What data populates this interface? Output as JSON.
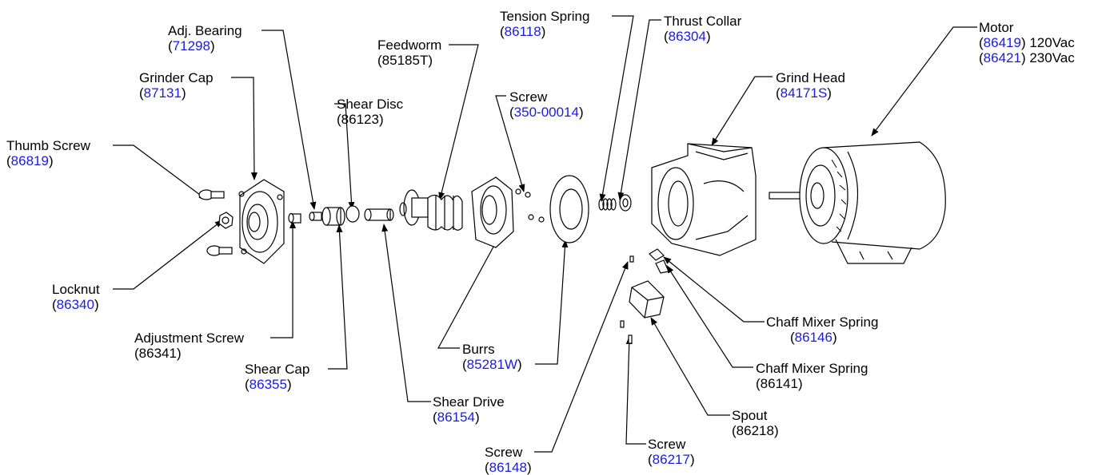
{
  "diagram": {
    "labels": [
      {
        "id": "tension-spring",
        "name": "Tension Spring",
        "pre": "(",
        "part": "86118",
        "post": ")",
        "link": true
      },
      {
        "id": "thrust-collar",
        "name": "Thrust Collar",
        "pre": "(",
        "part": "86304",
        "post": ")",
        "link": true
      },
      {
        "id": "motor",
        "name": "Motor",
        "pre": "(",
        "part": "86419",
        "post": ") 120Vac",
        "link": true,
        "pre2": "(",
        "part2": "86421",
        "post2": ") 230Vac",
        "link2": true
      },
      {
        "id": "adj-bearing",
        "name": "Adj. Bearing",
        "pre": "(",
        "part": "71298",
        "post": ")",
        "link": true
      },
      {
        "id": "feedworm",
        "name": "Feedworm",
        "pre": "(",
        "part": "85185T",
        "post": ")",
        "link": false
      },
      {
        "id": "grinder-cap",
        "name": "Grinder Cap",
        "pre": "(",
        "part": "87131",
        "post": ")",
        "link": true
      },
      {
        "id": "grind-head",
        "name": "Grind Head",
        "pre": "(",
        "part": "84171S",
        "post": ")",
        "link": true
      },
      {
        "id": "screw-350",
        "name": "Screw",
        "pre": "(",
        "part": "350-00014",
        "post": ")",
        "link": true
      },
      {
        "id": "shear-disc",
        "name": "Shear Disc",
        "pre": "(",
        "part": "86123",
        "post": ")",
        "link": false
      },
      {
        "id": "thumb-screw",
        "name": "Thumb Screw",
        "pre": "(",
        "part": "86819",
        "post": ")",
        "link": true
      },
      {
        "id": "locknut",
        "name": "Locknut",
        "pre": "(",
        "part": "86340",
        "post": ")",
        "link": true
      },
      {
        "id": "adjustment-screw",
        "name": "Adjustment Screw",
        "pre": "(",
        "part": "86341",
        "post": ")",
        "link": false
      },
      {
        "id": "chaff-mixer-spring-86146",
        "name": "Chaff Mixer Spring",
        "pre": "(",
        "part": "86146",
        "post": ")",
        "link": true
      },
      {
        "id": "burrs",
        "name": "Burrs",
        "pre": "(",
        "part": "85281W",
        "post": ")",
        "link": true
      },
      {
        "id": "shear-cap",
        "name": "Shear Cap",
        "pre": "(",
        "part": "86355",
        "post": ")",
        "link": true
      },
      {
        "id": "chaff-mixer-spring-86141",
        "name": "Chaff Mixer Spring",
        "pre": "(",
        "part": "86141",
        "post": ")",
        "link": false
      },
      {
        "id": "shear-drive",
        "name": "Shear Drive",
        "pre": "(",
        "part": "86154",
        "post": ")",
        "link": true
      },
      {
        "id": "spout",
        "name": "Spout",
        "pre": "(",
        "part": "86218",
        "post": ")",
        "link": false
      },
      {
        "id": "screw-86217",
        "name": "Screw",
        "pre": "(",
        "part": "86217",
        "post": ")",
        "link": true
      },
      {
        "id": "screw-86148",
        "name": "Screw",
        "pre": "(",
        "part": "86148",
        "post": ")",
        "link": true
      }
    ],
    "colors": {
      "link": "#1a1ae6",
      "text": "#000000",
      "line": "#000000"
    }
  }
}
